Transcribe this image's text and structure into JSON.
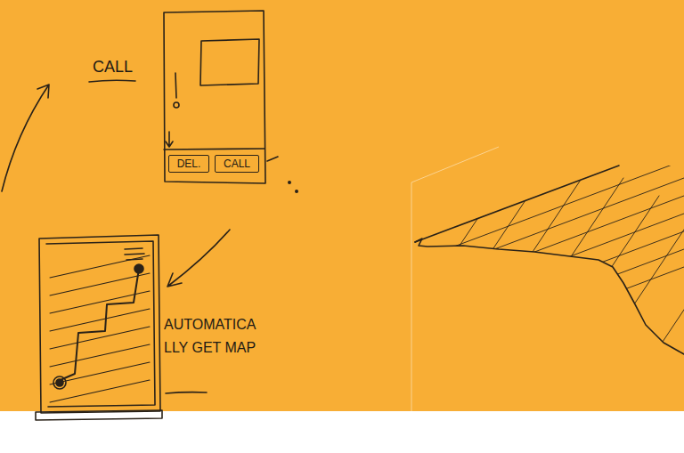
{
  "diagram": {
    "nodes": [
      {
        "text": [
          "DEL."
        ]
      },
      {
        "text": [
          "CALL"
        ]
      }
    ],
    "labels": [
      "CALL",
      "AUTOMATICA LLY GET MAP"
    ]
  }
}
